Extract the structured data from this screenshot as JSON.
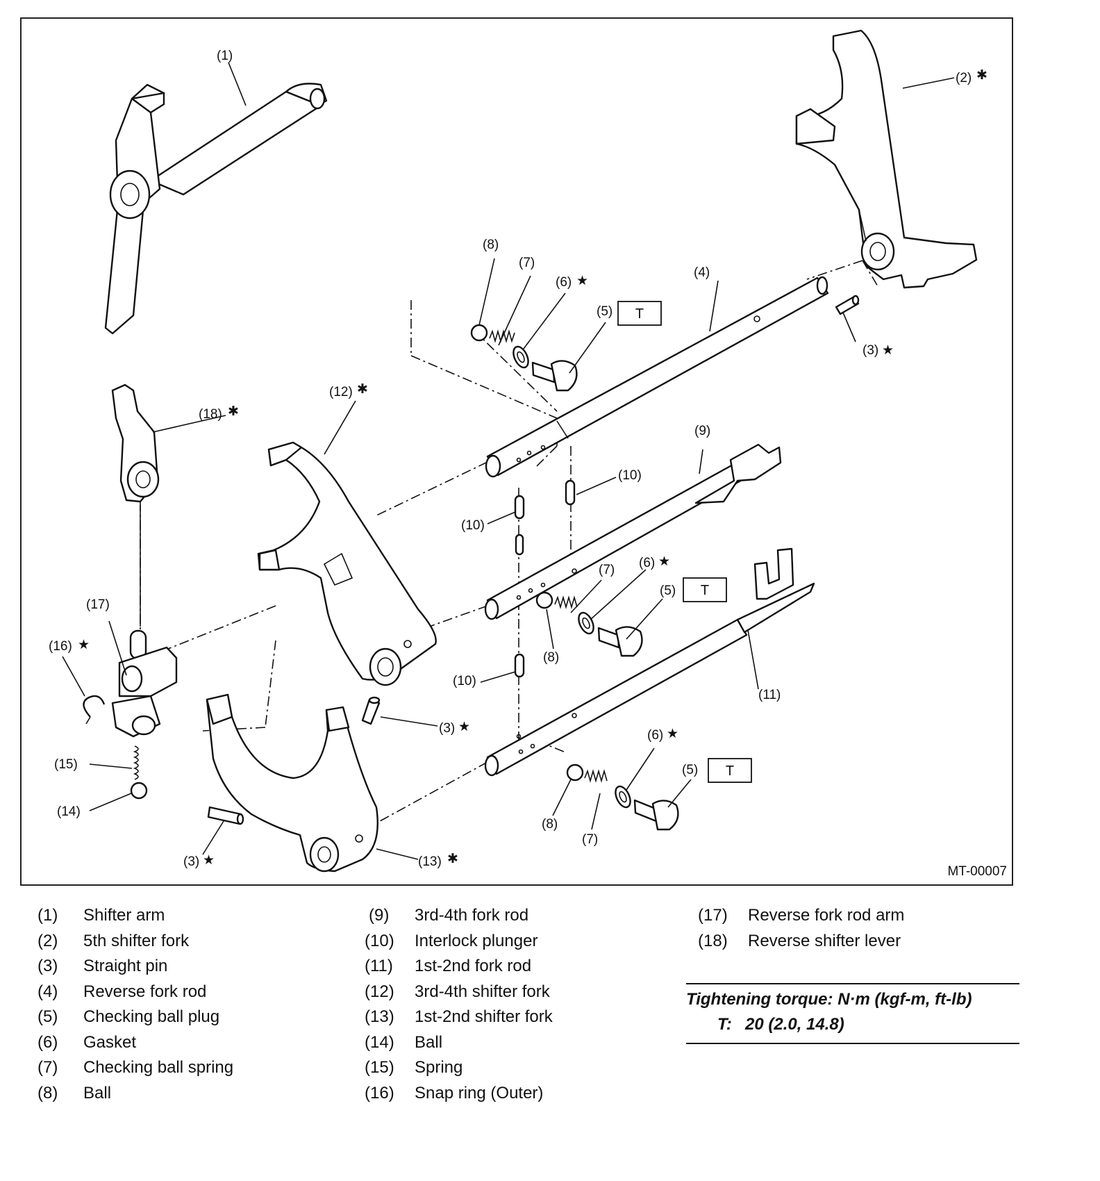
{
  "diagram": {
    "figure_id": "MT-00007",
    "torque_box_label": "T",
    "callouts": {
      "c1": "(1)",
      "c2": "(2)",
      "c3a": "(3)",
      "c3b": "(3)",
      "c3c": "(3)",
      "c4": "(4)",
      "c5a": "(5)",
      "c5b": "(5)",
      "c5c": "(5)",
      "c6a": "(6)",
      "c6b": "(6)",
      "c6c": "(6)",
      "c7a": "(7)",
      "c7b": "(7)",
      "c7c": "(7)",
      "c8a": "(8)",
      "c8b": "(8)",
      "c8c": "(8)",
      "c9": "(9)",
      "c10a": "(10)",
      "c10b": "(10)",
      "c10c": "(10)",
      "c11": "(11)",
      "c12": "(12)",
      "c13": "(13)",
      "c14": "(14)",
      "c15": "(15)",
      "c16": "(16)",
      "c17": "(17)",
      "c18": "(18)"
    },
    "marks": {
      "star": "★",
      "asterisk": "✱"
    }
  },
  "legend": [
    [
      {
        "num": "(1)",
        "name": "Shifter arm"
      },
      {
        "num": "(2)",
        "name": "5th shifter fork"
      },
      {
        "num": "(3)",
        "name": "Straight pin"
      },
      {
        "num": "(4)",
        "name": "Reverse fork rod"
      },
      {
        "num": "(5)",
        "name": "Checking ball plug"
      },
      {
        "num": "(6)",
        "name": "Gasket"
      },
      {
        "num": "(7)",
        "name": "Checking ball spring"
      },
      {
        "num": "(8)",
        "name": "Ball"
      }
    ],
    [
      {
        "num": "(9)",
        "name": "3rd-4th fork rod"
      },
      {
        "num": "(10)",
        "name": "Interlock plunger"
      },
      {
        "num": "(11)",
        "name": "1st-2nd fork rod"
      },
      {
        "num": "(12)",
        "name": "3rd-4th shifter fork"
      },
      {
        "num": "(13)",
        "name": "1st-2nd shifter fork"
      },
      {
        "num": "(14)",
        "name": "Ball"
      },
      {
        "num": "(15)",
        "name": "Spring"
      },
      {
        "num": "(16)",
        "name": "Snap ring (Outer)"
      }
    ],
    [
      {
        "num": "(17)",
        "name": "Reverse fork rod arm"
      },
      {
        "num": "(18)",
        "name": "Reverse shifter lever"
      }
    ]
  ],
  "torque": {
    "heading": "Tightening torque: N·m (kgf-m, ft-lb)",
    "symbol": "T:",
    "value": "20 (2.0, 14.8)"
  }
}
